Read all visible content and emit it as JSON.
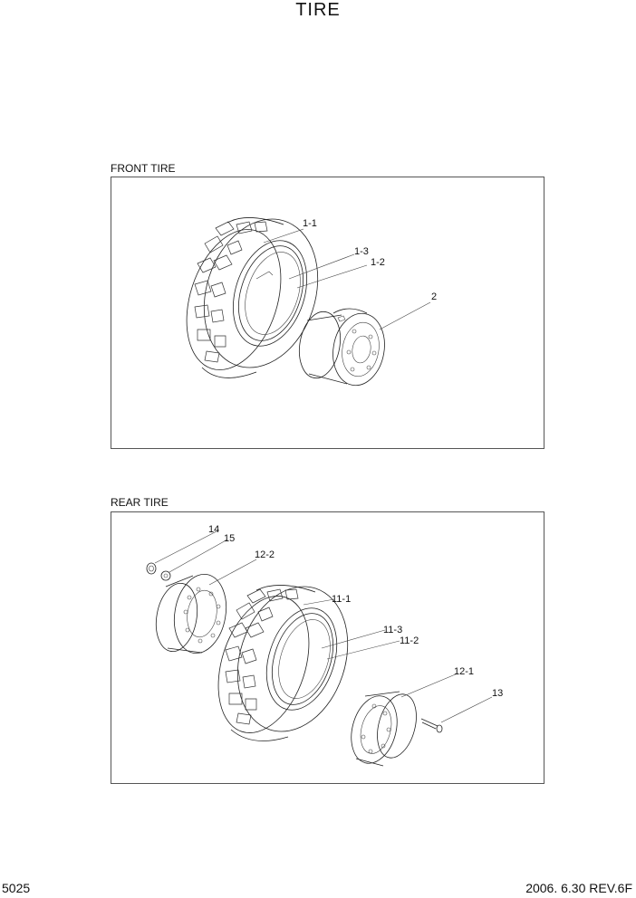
{
  "page": {
    "title": "TIRE",
    "page_number": "5025",
    "revision": "2006. 6.30 REV.6F"
  },
  "front": {
    "label": "FRONT TIRE",
    "callouts": {
      "c1_1": "1-1",
      "c1_3": "1-3",
      "c1_2": "1-2",
      "c2": "2"
    }
  },
  "rear": {
    "label": "REAR TIRE",
    "callouts": {
      "c14": "14",
      "c15": "15",
      "c12_2": "12-2",
      "c11_1": "11-1",
      "c11_3": "11-3",
      "c11_2": "11-2",
      "c12_1": "12-1",
      "c13": "13"
    }
  }
}
